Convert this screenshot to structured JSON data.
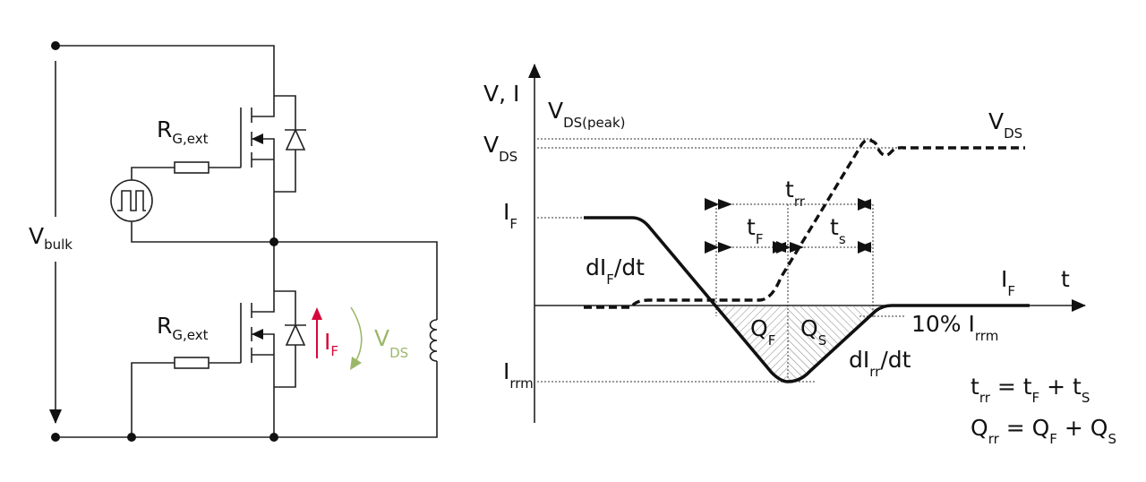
{
  "colors": {
    "current_arrow": "#d6083b",
    "voltage_arrow": "#9bb86a",
    "ink": "#111111"
  },
  "circuit": {
    "vbulk": {
      "main": "V",
      "sub": "bulk"
    },
    "rg_top": {
      "main": "R",
      "sub": "G,ext"
    },
    "rg_bottom": {
      "main": "R",
      "sub": "G,ext"
    },
    "if_label": {
      "main": "I",
      "sub": "F"
    },
    "vds_label": {
      "main": "V",
      "sub": "DS"
    }
  },
  "chart": {
    "y_axis_label": "V, I",
    "x_axis_label": "t",
    "vds_peak": {
      "main": "V",
      "sub": "DS(peak)"
    },
    "vds_level": {
      "main": "V",
      "sub": "DS"
    },
    "if_level": {
      "main": "I",
      "sub": "F"
    },
    "irrm_level": {
      "main": "I",
      "sub": "rrm"
    },
    "dif_dt": {
      "a": "dI",
      "sub": "F",
      "b": "/dt"
    },
    "trr": {
      "main": "t",
      "sub": "rr"
    },
    "tf": {
      "main": "t",
      "sub": "F"
    },
    "ts": {
      "main": "t",
      "sub": "s"
    },
    "qf": {
      "main": "Q",
      "sub": "F"
    },
    "qs": {
      "main": "Q",
      "sub": "S"
    },
    "ten_pct": {
      "main": "10% I",
      "sub": "rrm"
    },
    "dirr_dt": {
      "a": "dI",
      "sub": "rr",
      "b": "/dt"
    },
    "if_curve_label": {
      "main": "I",
      "sub": "F"
    },
    "vds_curve_label": {
      "main": "V",
      "sub": "DS"
    },
    "formula1": {
      "a": "t",
      "a_sub": "rr",
      "b": " = t",
      "b_sub": "F",
      "c": " + t",
      "c_sub": "S"
    },
    "formula2": {
      "a": "Q",
      "a_sub": "rr",
      "b": " = Q",
      "b_sub": "F",
      "c": " + Q",
      "c_sub": "S"
    }
  }
}
